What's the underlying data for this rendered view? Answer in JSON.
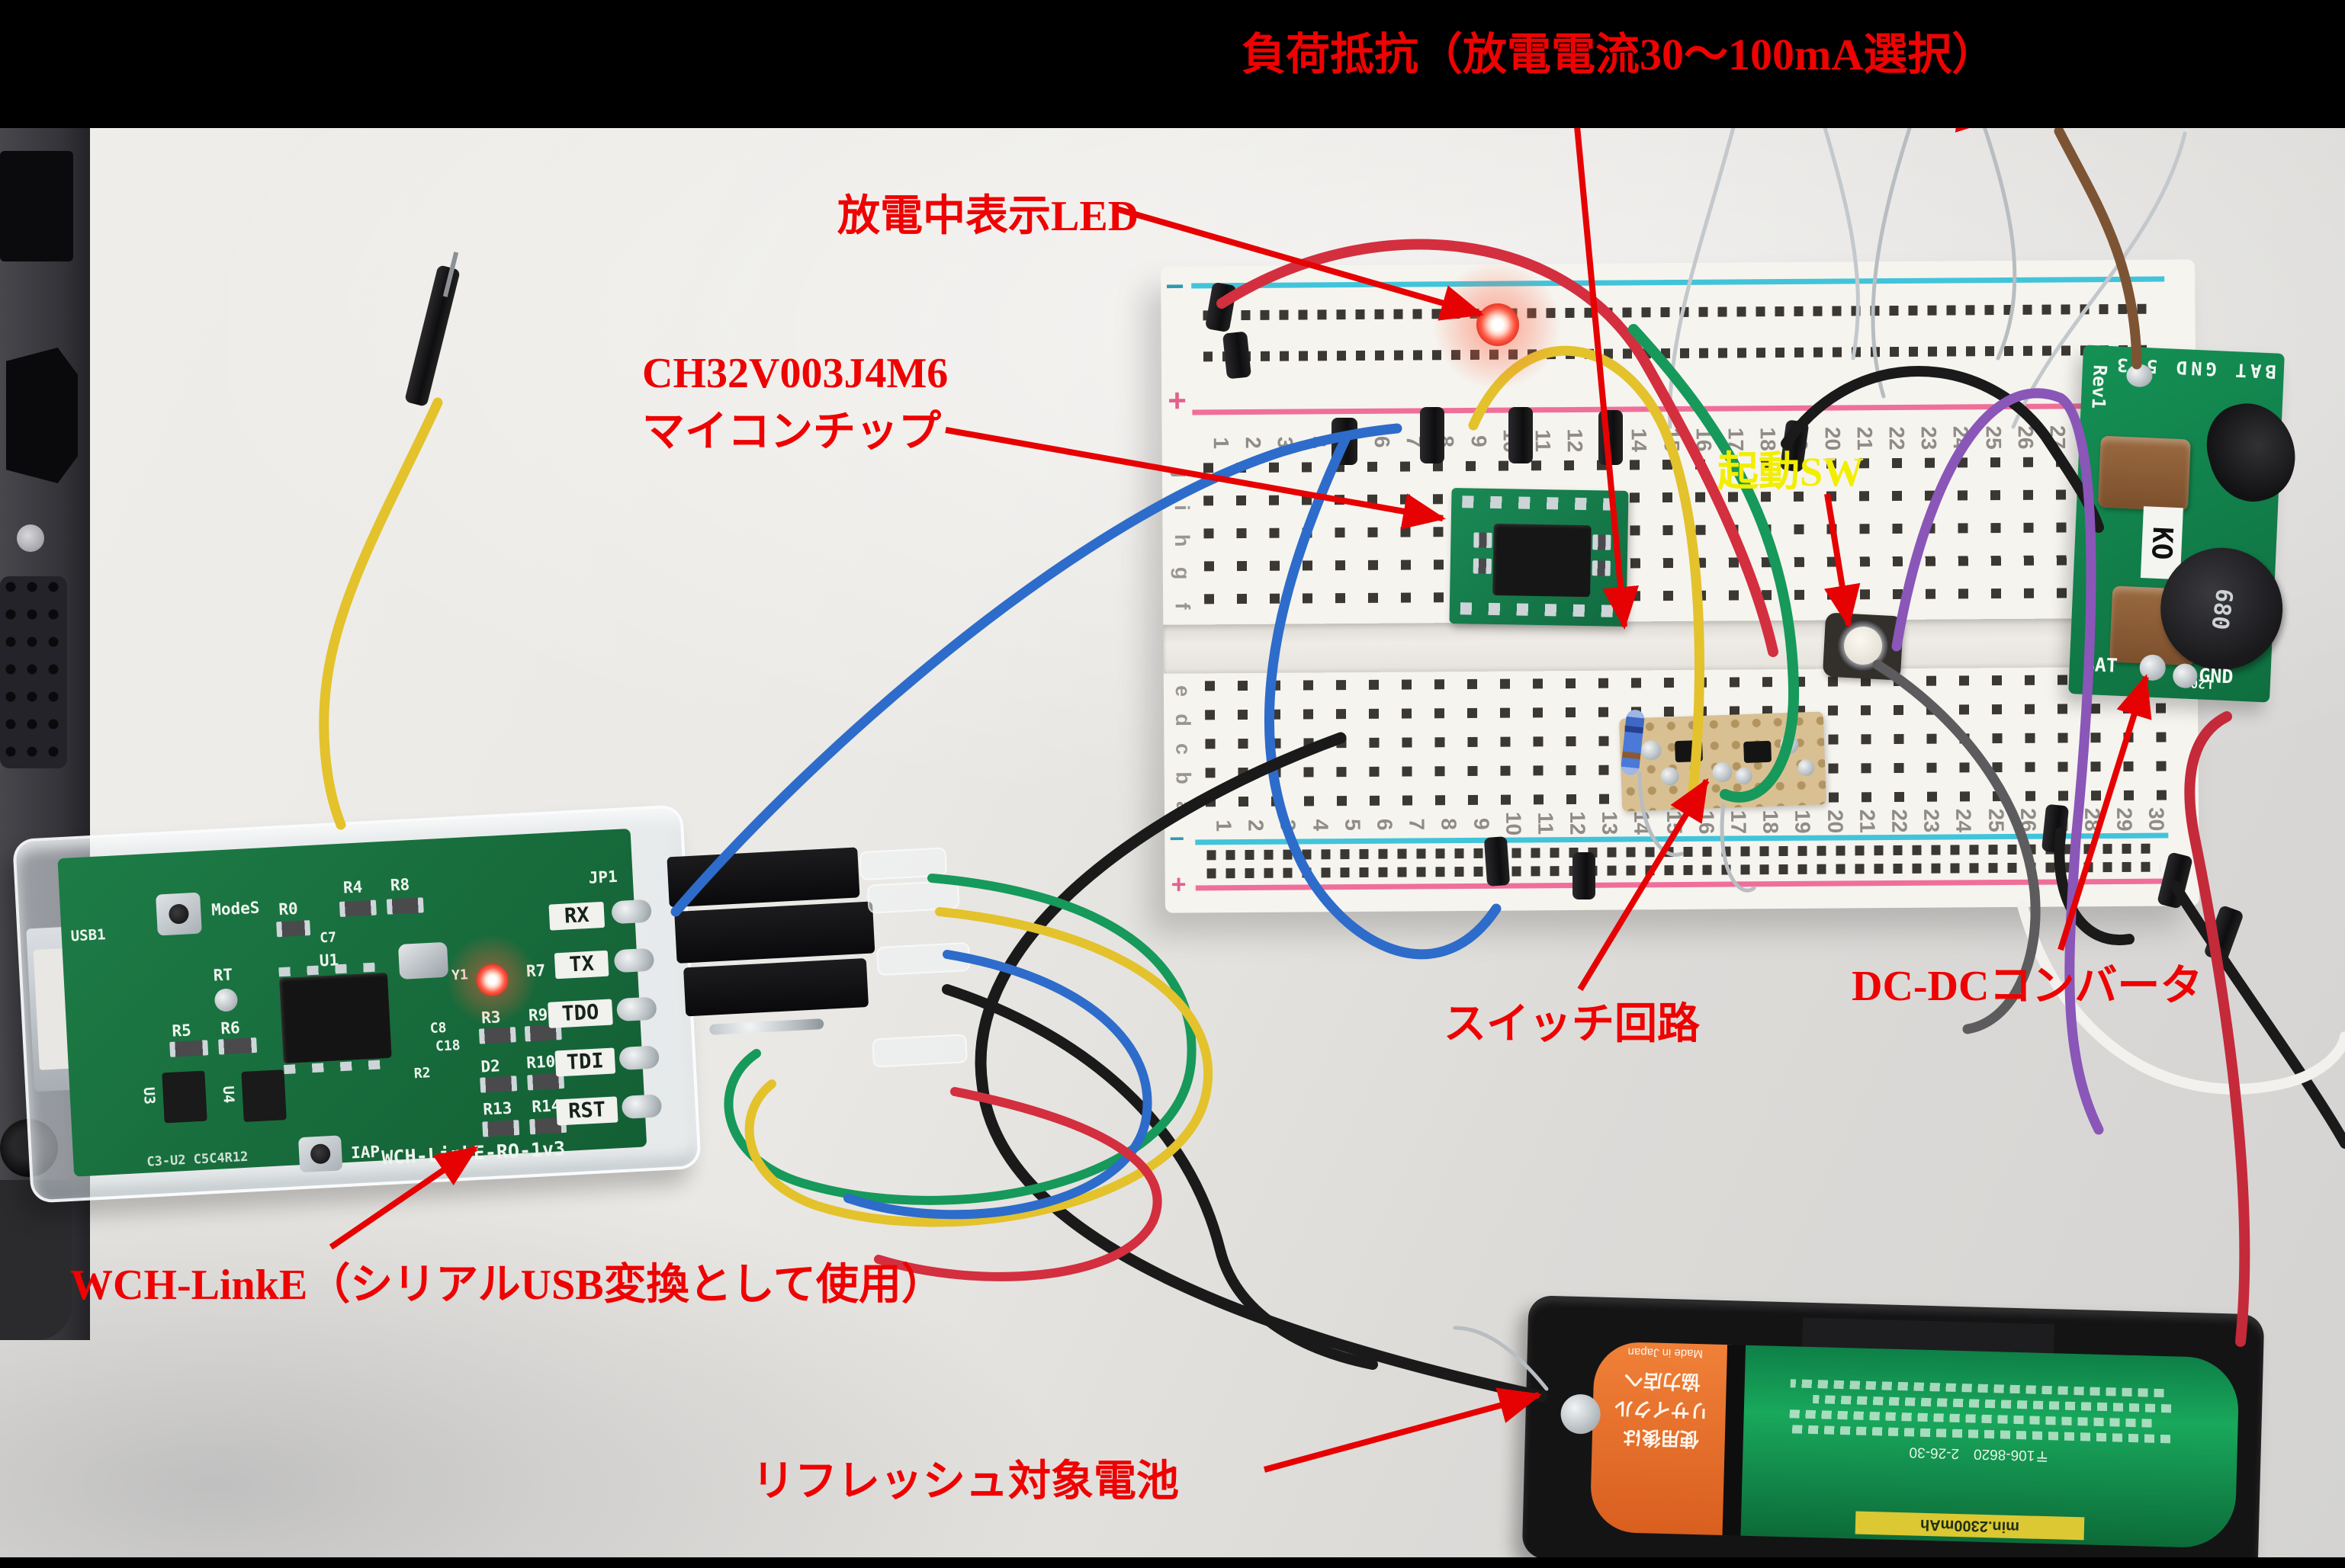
{
  "annotations": {
    "load_resistor": "負荷抵抗（放電電流30～100mA選択）",
    "discharge_led": "放電中表示LED",
    "mcu_line1": "CH32V003J4M6",
    "mcu_line2": "マイコンチップ",
    "start_sw": "起動SW",
    "switch_circuit": "スイッチ回路",
    "dcdc": "DC-DCコンバータ",
    "wch_linke": "WCH-LinkE（シリアルUSB変換として使用）",
    "battery": "リフレッシュ対象電池",
    "red_color": "#ee0202",
    "yellow_color": "#f2ee00"
  },
  "wch_board": {
    "usb1": "USB1",
    "modes": "ModeS",
    "r0": "R0",
    "r4": "R4",
    "r8": "R8",
    "jp1": "JP1",
    "rx": "RX",
    "tx": "TX",
    "tdo": "TDO",
    "tdi": "TDI",
    "rst": "RST",
    "rt": "RT",
    "u1": "U1",
    "r5": "R5",
    "r6": "R6",
    "u3": "U3",
    "u4": "U4",
    "c7": "C7",
    "c8": "C8",
    "c18": "C18",
    "y1": "Y1",
    "r2": "R2",
    "r3": "R3",
    "r7": "R7",
    "r9": "R9",
    "d2": "D2",
    "r10": "R10",
    "r13": "R13",
    "r14": "R14",
    "iap": "IAP",
    "board_name": "WCH-LinkE-RO-1v3",
    "bottom_ref": "C3-U2 C5C4R12"
  },
  "dcdc_board": {
    "top": "BAT GND 5V3",
    "rev": "Rev1",
    "ko": "KO",
    "inductor": "680",
    "bat": "BAT",
    "gnd": "GND",
    "l201": "L201"
  },
  "battery_pack": {
    "recycle1": "使用後は",
    "recycle2": "リサイクル",
    "recycle3": "協力店へ",
    "made_in": "Made in Japan",
    "capacity": "min.2300mAh",
    "address": "〒106-8620　2-26-30"
  },
  "breadboard": {
    "numbers": [
      "1",
      "2",
      "3",
      "4",
      "5",
      "6",
      "7",
      "8",
      "9",
      "10",
      "11",
      "12",
      "13",
      "14",
      "15",
      "16",
      "17",
      "18",
      "19",
      "20",
      "21",
      "22",
      "23",
      "24",
      "25",
      "26",
      "27",
      "28",
      "29",
      "30"
    ],
    "letters_top": [
      "j",
      "i",
      "h",
      "g",
      "f"
    ],
    "letters_bottom": [
      "e",
      "d",
      "c",
      "b",
      "a"
    ],
    "minus": "−",
    "plus": "+"
  }
}
